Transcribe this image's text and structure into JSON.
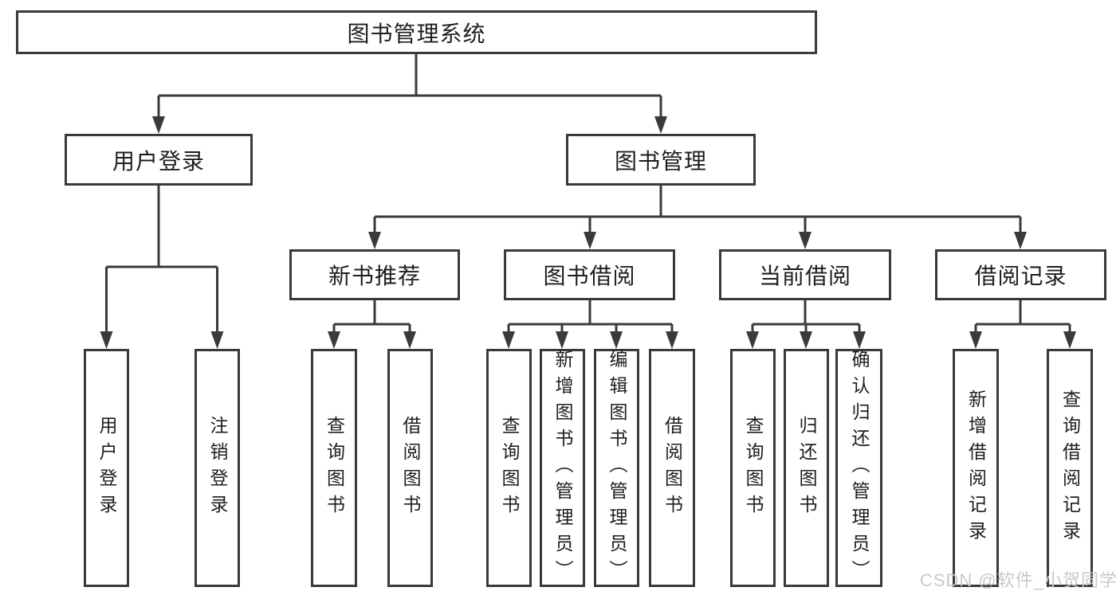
{
  "diagram": {
    "root": {
      "label": "图书管理系统"
    },
    "level2": [
      {
        "label": "用户登录"
      },
      {
        "label": "图书管理"
      }
    ],
    "level3": [
      {
        "label": "新书推荐"
      },
      {
        "label": "图书借阅"
      },
      {
        "label": "当前借阅"
      },
      {
        "label": "借阅记录"
      }
    ],
    "leaves": {
      "user_login": [
        {
          "label": "用户登录"
        },
        {
          "label": "注销登录"
        }
      ],
      "new_book_recommend": [
        {
          "label": "查询图书"
        },
        {
          "label": "借阅图书"
        }
      ],
      "book_borrowing": [
        {
          "label": "查询图书"
        },
        {
          "label": "新增图书（管理员）"
        },
        {
          "label": "编辑图书（管理员）"
        },
        {
          "label": "借阅图书"
        }
      ],
      "current_borrowing": [
        {
          "label": "查询图书"
        },
        {
          "label": "归还图书"
        },
        {
          "label": "确认归还（管理员）"
        }
      ],
      "borrow_records": [
        {
          "label": "新增借阅记录"
        },
        {
          "label": "查询借阅记录"
        }
      ]
    }
  },
  "watermark": {
    "text": "CSDN @软件_小贺同学"
  },
  "colors": {
    "line": "#3a3a3a",
    "text": "#1e1e1e",
    "watermark": "#c9c9c9",
    "background": "#ffffff"
  }
}
